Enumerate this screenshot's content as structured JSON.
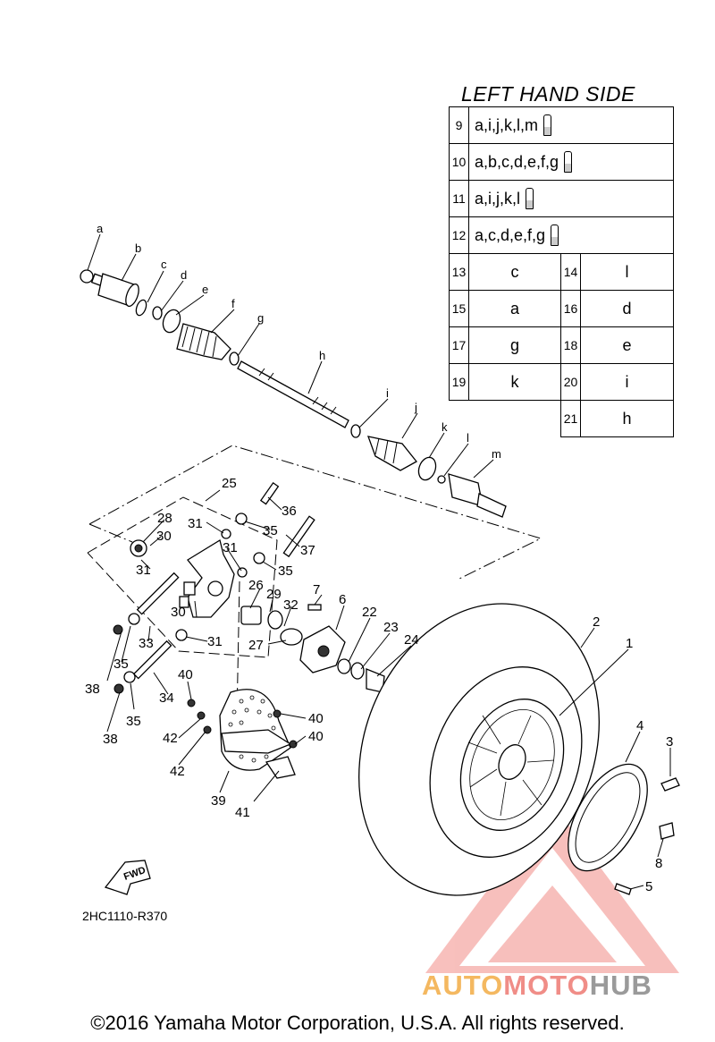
{
  "legend": {
    "title": "LEFT HAND SIDE",
    "kits": [
      {
        "no": "9",
        "parts": "a,i,j,k,l,m"
      },
      {
        "no": "10",
        "parts": "a,b,c,d,e,f,g"
      },
      {
        "no": "11",
        "parts": "a,i,j,k,l"
      },
      {
        "no": "12",
        "parts": "a,c,d,e,f,g"
      }
    ],
    "pairs": [
      {
        "no": "13",
        "letter": "c"
      },
      {
        "no": "14",
        "letter": "l"
      },
      {
        "no": "15",
        "letter": "a"
      },
      {
        "no": "16",
        "letter": "d"
      },
      {
        "no": "17",
        "letter": "g"
      },
      {
        "no": "18",
        "letter": "e"
      },
      {
        "no": "19",
        "letter": "k"
      },
      {
        "no": "20",
        "letter": "i"
      },
      {
        "no": "21",
        "letter": "h"
      }
    ]
  },
  "diagram": {
    "shaft_letters": [
      "a",
      "b",
      "c",
      "d",
      "e",
      "f",
      "g",
      "h",
      "i",
      "j",
      "k",
      "l",
      "m"
    ],
    "part_numbers": [
      "1",
      "2",
      "3",
      "4",
      "5",
      "6",
      "7",
      "8",
      "22",
      "23",
      "24",
      "25",
      "26",
      "27",
      "28",
      "29",
      "30",
      "30",
      "31",
      "31",
      "31",
      "31",
      "32",
      "33",
      "34",
      "35",
      "35",
      "35",
      "35",
      "36",
      "37",
      "38",
      "38",
      "39",
      "40",
      "40",
      "40",
      "41",
      "42",
      "42"
    ],
    "fwd_label": "FWD",
    "drawing_code": "2HC1110-R370"
  },
  "footer": {
    "brand_part1": "AUTO",
    "brand_part2": "MOTO",
    "brand_part3": "HUB",
    "copyright": "©2016 Yamaha Motor Corporation, U.S.A. All rights reserved."
  },
  "colors": {
    "line": "#000000",
    "watermark_red": "#e8473f",
    "brand_orange": "#f4b860",
    "brand_pink": "#f08d87",
    "brand_grey": "#9a9a9a"
  }
}
